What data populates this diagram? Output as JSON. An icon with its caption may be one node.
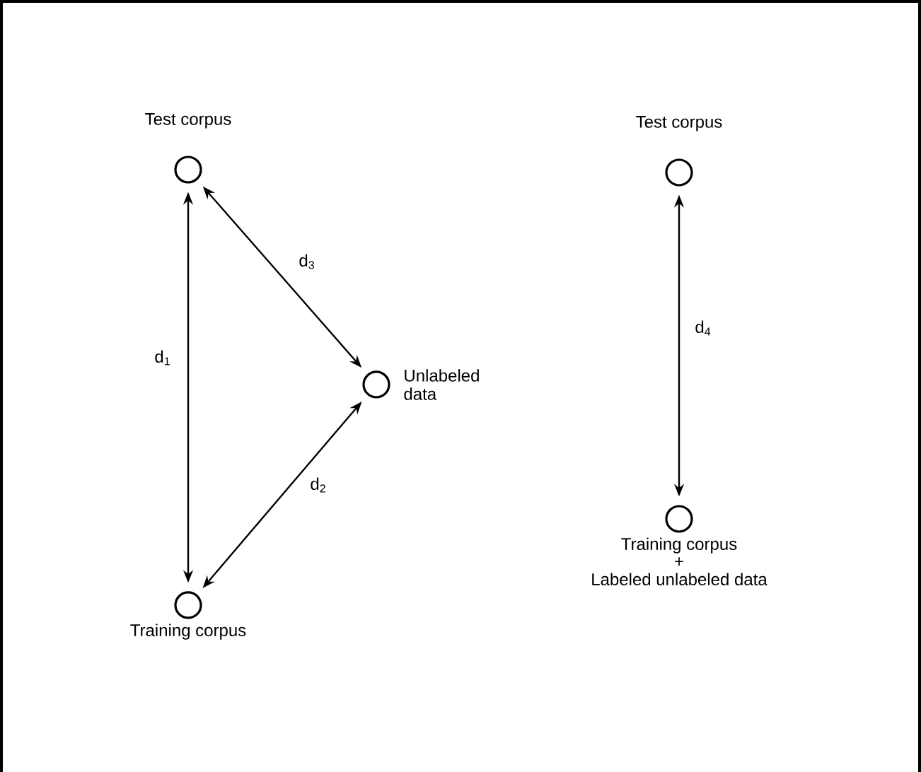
{
  "diagram": {
    "nodes": [
      {
        "text": [
          "Test corpus"
        ]
      },
      {
        "text": [
          "Unlabeled data"
        ]
      },
      {
        "text": [
          "Training corpus"
        ]
      },
      {
        "text": [
          "Test corpus"
        ]
      },
      {
        "text": [
          "Training corpus",
          "+",
          "Labeled unlabeled data"
        ]
      }
    ],
    "edges": [
      {
        "from": 0,
        "to": 2,
        "arrow": "both",
        "label": "d$_{1}$"
      },
      {
        "from": 2,
        "to": 1,
        "arrow": "both",
        "label": "d$_{2}$"
      },
      {
        "from": 0,
        "to": 1,
        "arrow": "both",
        "label": "d$_{3}$"
      },
      {
        "from": 3,
        "to": 4,
        "arrow": "both",
        "label": "d$_{4}$"
      }
    ]
  }
}
